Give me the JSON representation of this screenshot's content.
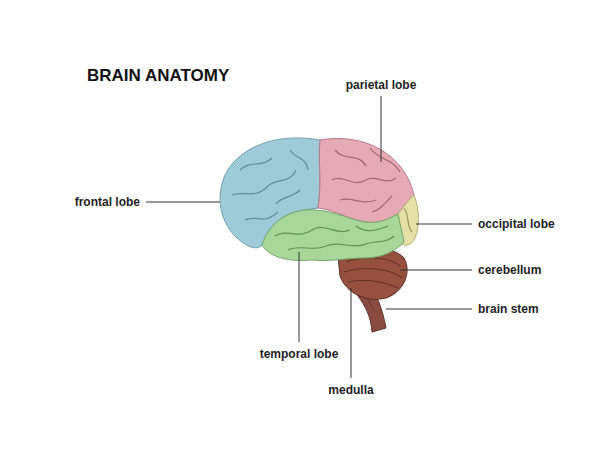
{
  "diagram": {
    "title": "BRAIN ANATOMY",
    "labels": [
      "parietal lobe",
      "frontal lobe",
      "occipital lobe",
      "cerebellum",
      "brain stem",
      "temporal lobe",
      "medulla"
    ]
  }
}
